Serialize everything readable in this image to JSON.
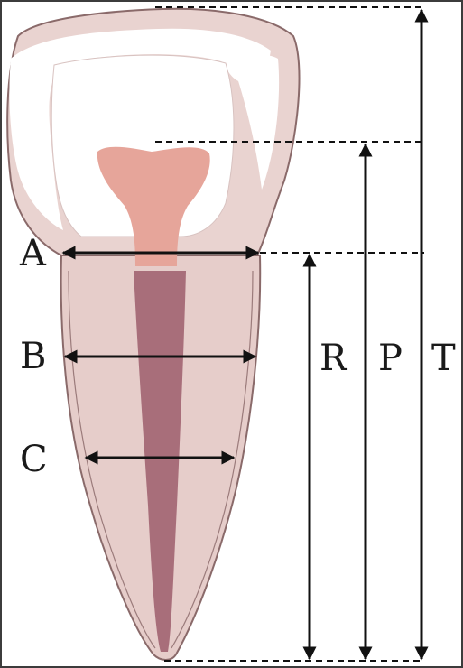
{
  "diagram": {
    "labels": {
      "a": "A",
      "b": "B",
      "c": "C",
      "r": "R",
      "p": "P",
      "t": "T"
    },
    "colors": {
      "crown_outline": "#8a6a6a",
      "crown_fill": "#e9d3d0",
      "enamel_white": "#ffffff",
      "pulp_chamber": "#e6a59a",
      "root_fill": "#e6cdca",
      "root_canal": "#a86e7a",
      "lines": "#111111",
      "frame": "#3c3c3c"
    }
  }
}
